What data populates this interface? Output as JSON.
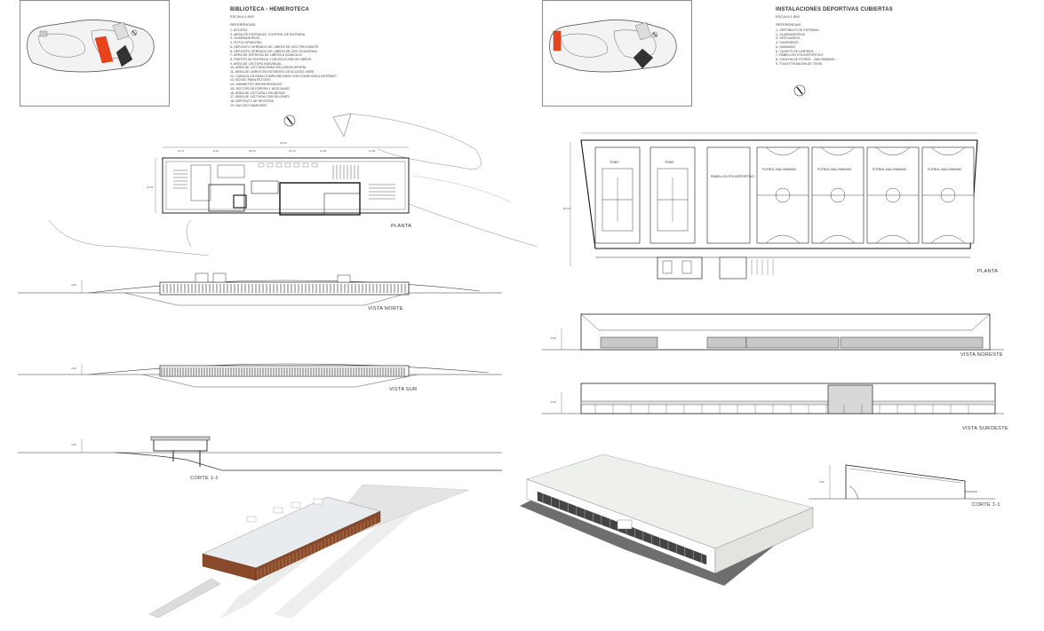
{
  "library": {
    "title": "BIBLIOTECA - HEMEROTECA",
    "scale": "ESCALA 1:500",
    "references_heading": "REFERENCIAS",
    "references": [
      "1- ACCESO",
      "2- MESA DE ENTRADAS, CONTROL DE ENTRADA",
      "3- GUARDAROPIAS",
      "4- FOTOCOPIADORA",
      "5- DEPOSITO CERRADO DE LIBROS DE USO FRECUENTE",
      "6- DEPOSITO CERRADO DE LIBROS DE USO OCASIONAL",
      "7- AREA DE ENTREGA DE LIBROS A DOMICILIO",
      "8- PUESTO DE ENTREGA Y DEVOLUCION DE LIBROS",
      "9- AREA DE LECTURA INDIVIDUAL",
      "10- AREA DE LECTURA PARA DISCUSION GRUPAL",
      "11- AREA DE LIBROS EN ESTANTES DE ACCESO LIBRE",
      "12- CUBICULOS PARA COMPUTADORAS CON CONEXION A INTERNET",
      "13- BOXES PARA ESTUDIO",
      "14- GABINETES INSONORIZADOS",
      "15- SECTOR DE ESPERA Y DESCANSO",
      "16- AREA DE LECTURA CON MESAS",
      "17- AREA DE LECTURA CON SILLONES",
      "18- DEPOSITO DE REVISTAS",
      "19- NUCLEO SANITARIO"
    ],
    "labels": {
      "plan": "PLANTA",
      "north_view": "VISTA NORTE",
      "south_view": "VISTA SUR",
      "section": "CORTE 1-1"
    }
  },
  "sports": {
    "title": "INSTALACIONES DEPORTIVAS CUBIERTAS",
    "scale": "ESCALA 1:500",
    "references_heading": "REFERENCIAS",
    "references": [
      "1- VESTIBULO DE ENTRADA",
      "2- GUARDAROPIAS",
      "3- VESTUARIOS",
      "4- SANITARIOS",
      "5- GIMNASIO",
      "6- CUARTO DE LIMPIEZA",
      "7- PABELLON POLIDEPORTIVO",
      "8- CANCHA DE FUTBOL - BALONMANO",
      "9- TOILETTE/ANCHA DE TENIS"
    ],
    "courts": [
      {
        "label": "TENIS"
      },
      {
        "label": "TENIS"
      },
      {
        "label": "PABELLON POLIDEPORTIVO"
      },
      {
        "label": "FUTBOL-BALONMANO"
      },
      {
        "label": "FUTBOL-BALONMANO"
      },
      {
        "label": "FUTBOL-BALONMANO"
      },
      {
        "label": "FUTBOL-BALONMANO"
      }
    ],
    "labels": {
      "plan": "PLANTA",
      "northeast_view": "VISTA NORESTE",
      "southwest_view": "VISTA SUROESTE",
      "section": "CORTE 1-1"
    }
  },
  "colors": {
    "highlight": "#e8431b",
    "line": "#333333",
    "grey_fill": "#c8c8c8",
    "timber": "#8a4a2a"
  },
  "icons": [
    "north-arrow-icon"
  ]
}
